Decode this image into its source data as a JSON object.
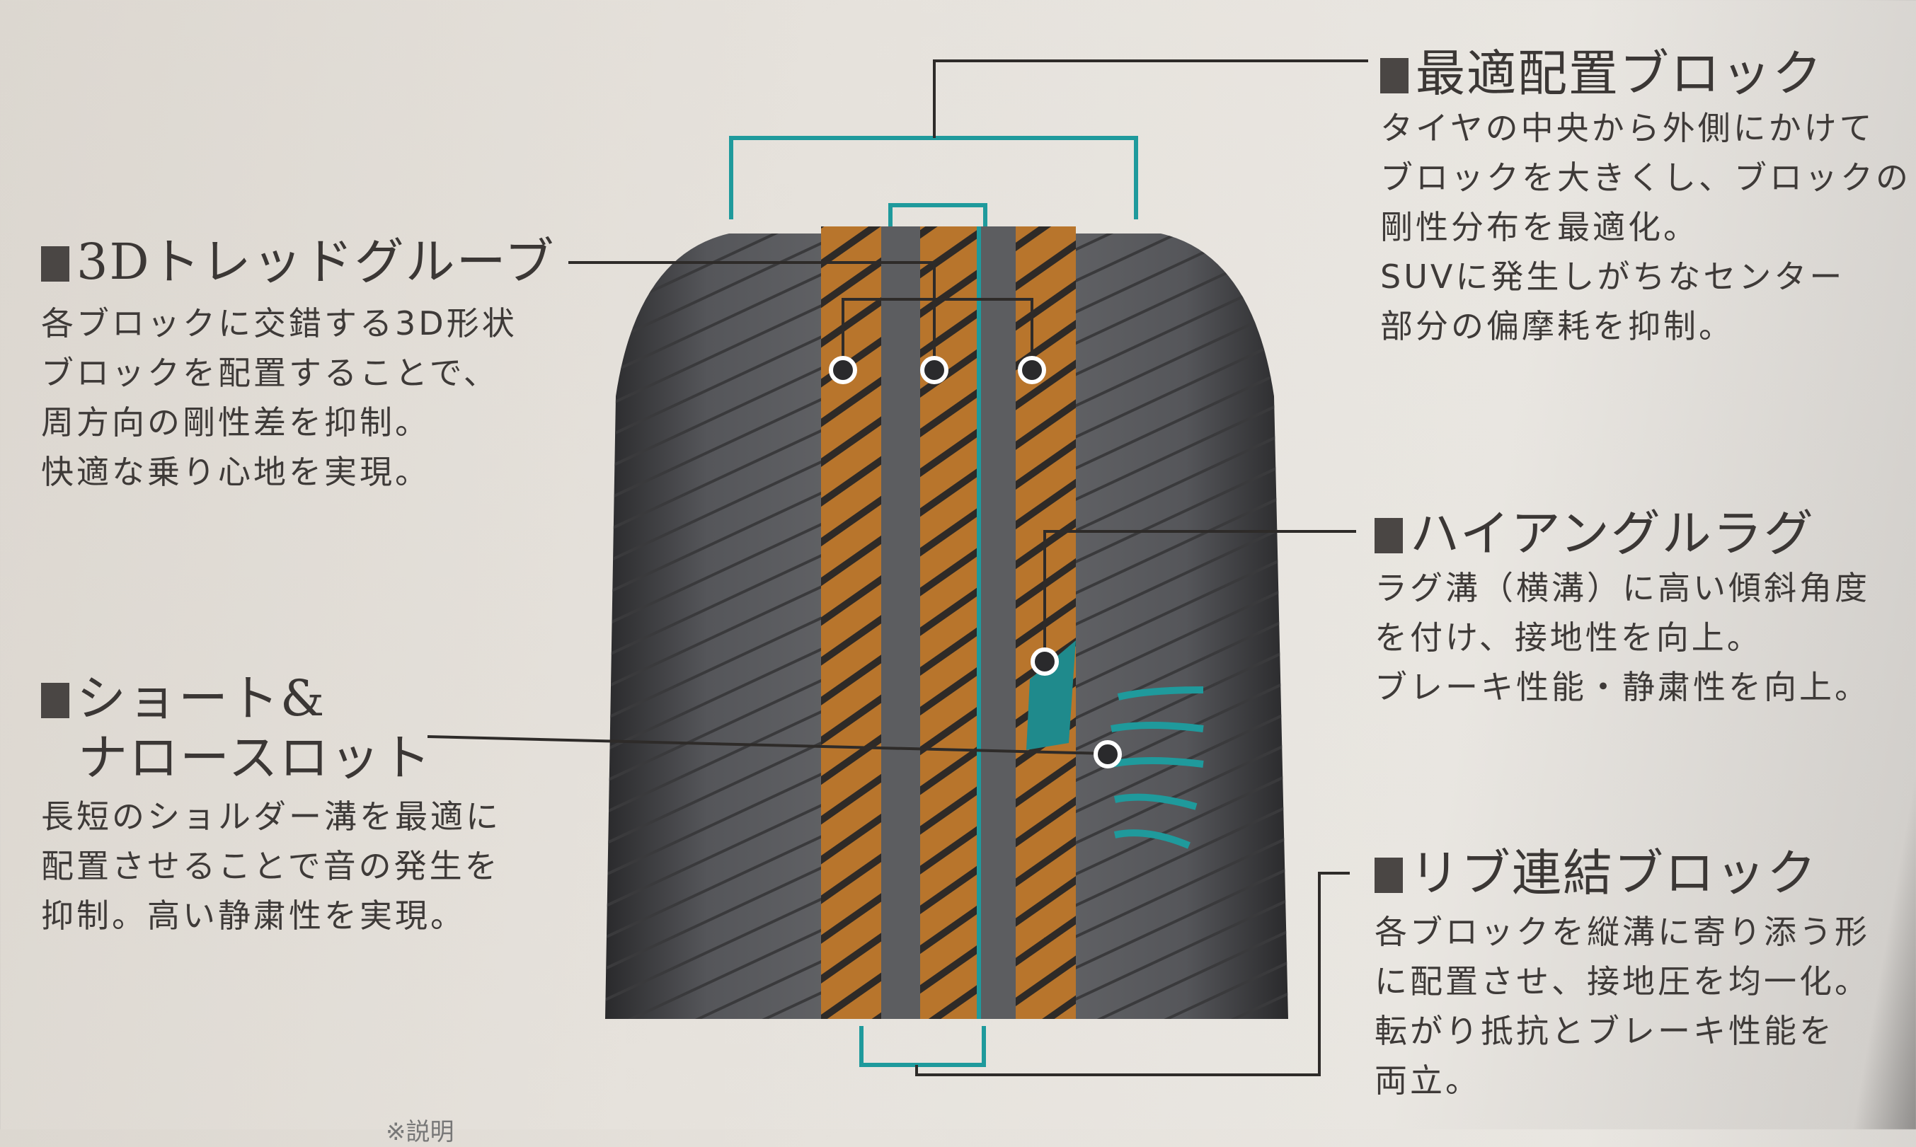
{
  "features": {
    "optimal_block": {
      "title": "最適配置ブロック",
      "lines": [
        "タイヤの中央から外側にかけて",
        "ブロックを大きくし、ブロックの",
        "剛性分布を最適化。",
        "SUVに発生しがちなセンター",
        "部分の偏摩耗を抑制。"
      ]
    },
    "tread_groove": {
      "title": "3Dトレッドグルーブ",
      "lines": [
        "各ブロックに交錯する3D形状",
        "ブロックを配置することで、",
        "周方向の剛性差を抑制。",
        "快適な乗り心地を実現。"
      ]
    },
    "high_angle_lug": {
      "title": "ハイアングルラグ",
      "lines": [
        "ラグ溝（横溝）に高い傾斜角度",
        "を付け、接地性を向上。",
        "ブレーキ性能・静粛性を向上。"
      ]
    },
    "short_narrow_slot": {
      "title_1": "ショート&",
      "title_2": "ナロースロット",
      "lines": [
        "長短のショルダー溝を最適に",
        "配置させることで音の発生を",
        "抑制。高い静粛性を実現。"
      ]
    },
    "rib_block": {
      "title": "リブ連結ブロック",
      "lines": [
        "各ブロックを縦溝に寄り添う形",
        "に配置させ、接地圧を均一化。",
        "転がり抵抗とブレーキ性能を",
        "両立。"
      ]
    }
  },
  "footnote": "※説明",
  "colors": {
    "accent_teal": "#1f9a9c",
    "groove_orange": "#b8752c",
    "tire": "#3c3c3e",
    "text": "#3a3634"
  }
}
